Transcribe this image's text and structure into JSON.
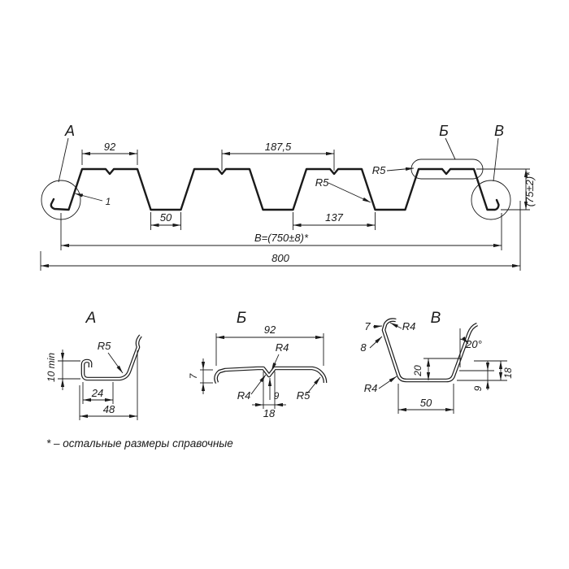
{
  "colors": {
    "ink": "#1a1a1a",
    "background": "#ffffff"
  },
  "main": {
    "label_a": "А",
    "label_b": "Б",
    "label_v": "В",
    "dim_top_flange": "92",
    "dim_pitch": "187,5",
    "dim_r5_left": "R5",
    "dim_r5_right": "R5",
    "dim_thickness": "1",
    "dim_bottom_flange": "50",
    "dim_clear": "137",
    "dim_working_width": "B=(750±8)*",
    "dim_overall": "800",
    "dim_height": "(75±2)*"
  },
  "detail_a": {
    "title": "А",
    "dim_lip": "10 min",
    "dim_r5": "R5",
    "dim_24": "24",
    "dim_48": "48"
  },
  "detail_b": {
    "title": "Б",
    "dim_92": "92",
    "dim_r4_top": "R4",
    "dim_7": "7",
    "dim_r4_left": "R4",
    "dim_9": "9",
    "dim_r5": "R5",
    "dim_18": "18"
  },
  "detail_v": {
    "title": "В",
    "dim_7": "7",
    "dim_r4_top": "R4",
    "dim_8": "8",
    "dim_angle": "20°",
    "dim_r4_bottom": "R4",
    "dim_20": "20",
    "dim_9": "9",
    "dim_18": "18",
    "dim_50": "50"
  },
  "footnote": "* – остальные размеры справочные"
}
